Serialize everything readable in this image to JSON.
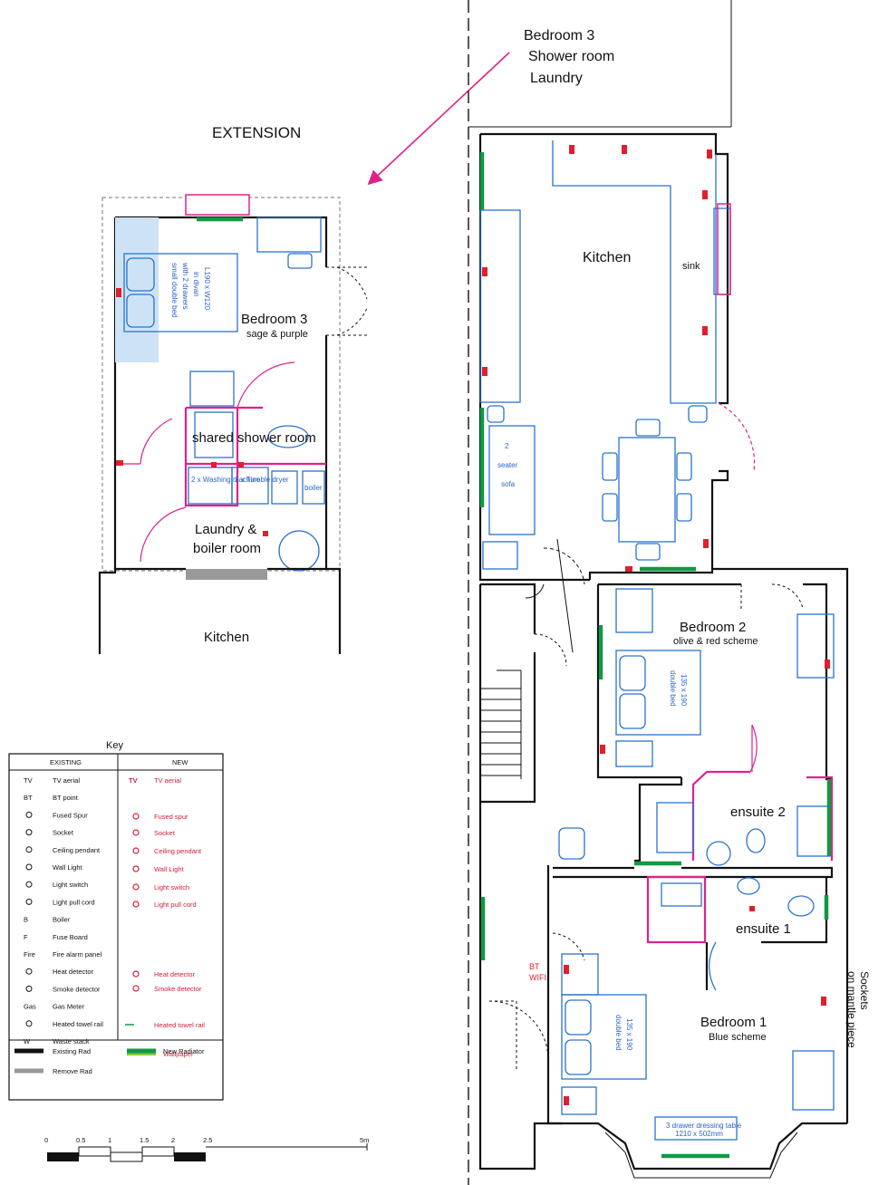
{
  "annotations": {
    "arrow_note": [
      "Bedroom 3",
      "Shower room",
      "Laundry"
    ],
    "extension_title": "EXTENSION",
    "sockets_note": [
      "Sockets",
      "on mantle piece"
    ]
  },
  "rooms": {
    "kitchen_main": "Kitchen",
    "sink": "sink",
    "sofa": [
      "2",
      "seater",
      "sofa"
    ],
    "bedroom3": "Bedroom 3",
    "bedroom3_scheme": "sage & purple",
    "bed3_text": [
      "small double bed",
      "with 2 drawers",
      "in divan",
      "L190 x W120"
    ],
    "shower_room": "shared shower room",
    "washing_machine": "2 x Washing machine",
    "tumble_dryer": "2 x Tumble dryer",
    "boiler_label": "boiler",
    "laundry": [
      "Laundry &",
      "boiler room"
    ],
    "kitchen_ext": "Kitchen",
    "bedroom2": "Bedroom 2",
    "bedroom2_scheme": "olive & red scheme",
    "double_bed_2": [
      "double bed",
      "135 x 190"
    ],
    "ensuite2": "ensuite 2",
    "ensuite1": "ensuite 1",
    "bedroom1": "Bedroom 1",
    "bedroom1_scheme": "Blue scheme",
    "double_bed_1": [
      "double bed",
      "135 x 190"
    ],
    "bt_wifi": [
      "BT",
      "WIFI"
    ],
    "dressing_table": [
      "3 drawer dressing table",
      "1210 x 502mm"
    ]
  },
  "key": {
    "title": "Key",
    "col_existing": "EXISTING",
    "col_new": "NEW",
    "existing": [
      {
        "sym": "TV",
        "label": "TV aerial"
      },
      {
        "sym": "BT",
        "label": "BT point"
      },
      {
        "sym": "",
        "label": "Fused Spur"
      },
      {
        "sym": "",
        "label": "Socket"
      },
      {
        "sym": "",
        "label": "Ceiling pendant"
      },
      {
        "sym": "",
        "label": "Wall Light"
      },
      {
        "sym": "",
        "label": "Light switch"
      },
      {
        "sym": "",
        "label": "Light pull cord"
      },
      {
        "sym": "B",
        "label": "Boiler"
      },
      {
        "sym": "F",
        "label": "Fuse Board"
      },
      {
        "sym": "Fire",
        "label": "Fire alarm panel"
      },
      {
        "sym": "",
        "label": "Heat detector"
      },
      {
        "sym": "",
        "label": "Smoke detector"
      },
      {
        "sym": "Gas",
        "label": "Gas Meter"
      },
      {
        "sym": "",
        "label": "Heated towel rail"
      },
      {
        "sym": "W",
        "label": "Waste stack"
      }
    ],
    "new": [
      {
        "sym": "TV",
        "label": "TV aerial"
      },
      {
        "sym": "",
        "label": "Fused spur"
      },
      {
        "sym": "",
        "label": "Socket"
      },
      {
        "sym": "",
        "label": "Ceiling pendant"
      },
      {
        "sym": "",
        "label": "Wall Light"
      },
      {
        "sym": "",
        "label": "Light switch"
      },
      {
        "sym": "",
        "label": "Light pull cord"
      },
      {
        "sym": "",
        "label": "Heat detector"
      },
      {
        "sym": "",
        "label": "Smoke detector"
      },
      {
        "sym": "",
        "label": "Heated towel rail"
      },
      {
        "sym": "",
        "label": "Wallpaper"
      }
    ],
    "existing_rad": "Existing Rad",
    "new_radiator": "New Radiator",
    "remove_rad": "Remove Rad"
  },
  "scale": {
    "ticks": [
      "0",
      "0.5",
      "1",
      "1.5",
      "2",
      "2.5",
      "5m"
    ]
  },
  "colors": {
    "wall": "#111111",
    "new_work": "#e0218a",
    "furniture": "#2a73d0",
    "new_radiator": "#119944",
    "electrical": "#e01f2d",
    "wallpaper": "#8cc63f",
    "removed_radiator": "#999999"
  }
}
